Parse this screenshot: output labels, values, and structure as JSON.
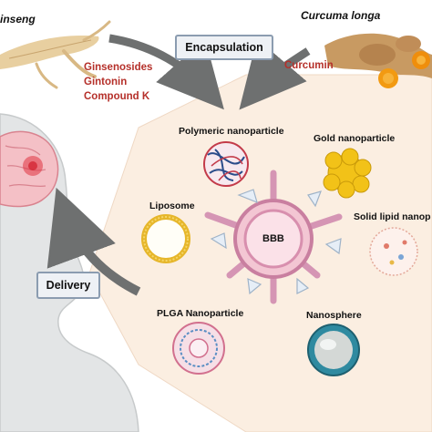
{
  "sources": {
    "left_name": "inseng",
    "right_name": "Curcuma longa",
    "left_compounds": [
      "Ginsenosides",
      "Gintonin",
      "Compound K"
    ],
    "right_compound": "Curcumin"
  },
  "boxes": {
    "encapsulation": "Encapsulation",
    "delivery": "Delivery"
  },
  "center": {
    "label": "BBB"
  },
  "nanoparticles": {
    "polymeric": "Polymeric nanoparticle",
    "gold": "Gold nanoparticle",
    "liposome": "Liposome",
    "solid_lipid": "Solid lipid nanop",
    "plga": "PLGA Nanoparticle",
    "nanosphere": "Nanosphere"
  },
  "colors": {
    "hexagon_fill": "#fbeee1",
    "compound_text": "#b5302a",
    "vessel": "#c97fa0",
    "brain": "#f1b7bf",
    "arrow": "#6e7070",
    "box_fill": "#eef1f5",
    "box_border": "#8b9cb0"
  }
}
